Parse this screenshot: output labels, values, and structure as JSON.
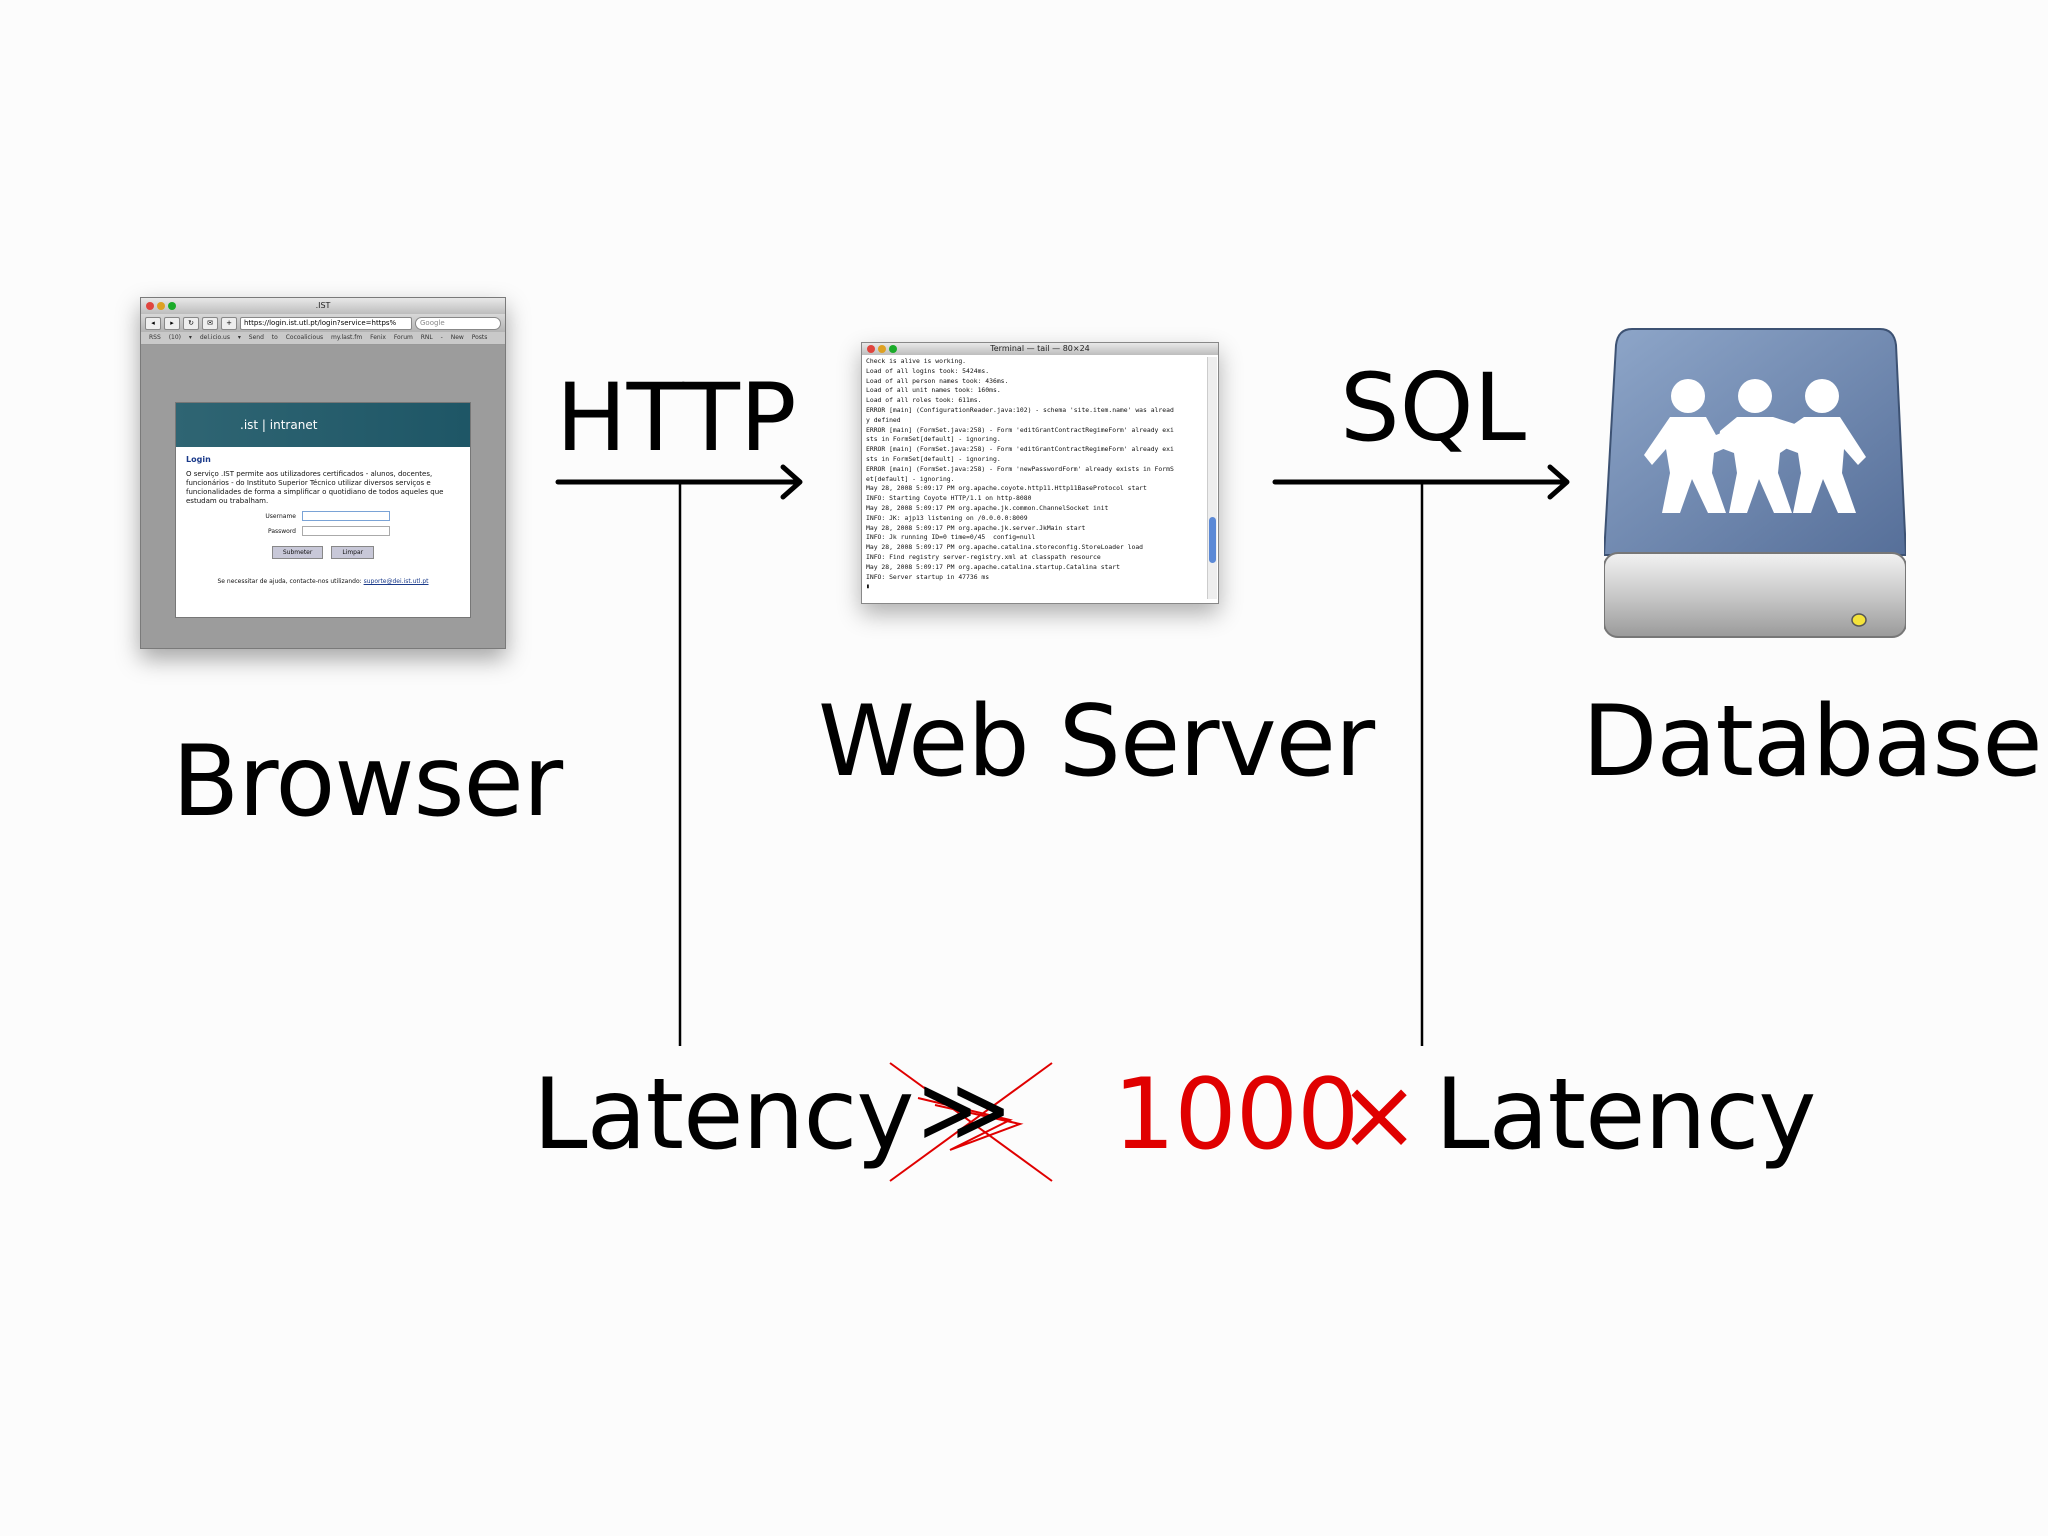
{
  "nodes": {
    "browser": {
      "label": "Browser"
    },
    "web_server": {
      "label": "Web Server"
    },
    "database": {
      "label": "Database"
    }
  },
  "protocols": {
    "http": "HTTP",
    "sql": "SQL"
  },
  "comparison": {
    "left": "Latency",
    "operator": "≫",
    "factor": "1000",
    "times": "×",
    "right": "Latency"
  },
  "browser_window": {
    "title": ".IST",
    "url": "https://login.ist.utl.pt/login?service=https%",
    "search_placeholder": "Google",
    "bookmarks": "RSS (10) ▾  del.icio.us ▾  Send to Cocoalicious  my.last.fm  Fenix  Forum RNL - New Posts",
    "banner": ".ist | intranet",
    "login_title": "Login",
    "intro_text": "O serviço .IST permite aos utilizadores certificados - alunos, docentes, funcionários - do Instituto Superior Técnico utilizar diversos serviços e funcionalidades de forma a simplificar o quotidiano de todos aqueles que estudam ou trabalham.",
    "username_label": "Username",
    "password_label": "Password",
    "submit_label": "Submeter",
    "clear_label": "Limpar",
    "help_text": "Se necessitar de ajuda, contacte-nos utilizando:",
    "help_email": "suporte@dei.ist.utl.pt"
  },
  "terminal_window": {
    "title": "Terminal — tail — 80×24",
    "log": "Check is alive is working.\nLoad of all logins took: 5424ms.\nLoad of all person names took: 436ms.\nLoad of all unit names took: 160ms.\nLoad of all roles took: 611ms.\nERROR [main] (ConfigurationReader.java:102) - schema 'site.item.name' was alread\ny defined\nERROR [main] (FormSet.java:258) - Form 'editGrantContractRegimeForm' already exi\nsts in FormSet[default] - ignoring.\nERROR [main] (FormSet.java:258) - Form 'editGrantContractRegimeForm' already exi\nsts in FormSet[default] - ignoring.\nERROR [main] (FormSet.java:258) - Form 'newPasswordForm' already exists in FormS\net[default] - ignoring.\nMay 28, 2008 5:09:17 PM org.apache.coyote.http11.Http11BaseProtocol start\nINFO: Starting Coyote HTTP/1.1 on http-8080\nMay 28, 2008 5:09:17 PM org.apache.jk.common.ChannelSocket init\nINFO: JK: ajp13 listening on /0.0.0.0:8009\nMay 28, 2008 5:09:17 PM org.apache.jk.server.JkMain start\nINFO: Jk running ID=0 time=0/45  config=null\nMay 28, 2008 5:09:17 PM org.apache.catalina.storeconfig.StoreLoader load\nINFO: Find registry server-registry.xml at classpath resource\nMay 28, 2008 5:09:17 PM org.apache.catalina.startup.Catalina start\nINFO: Server startup in 47736 ms\n▮"
  },
  "colors": {
    "emphasis": "#e00000",
    "db_body": "#6f8bb5",
    "banner": "#265e6d"
  }
}
